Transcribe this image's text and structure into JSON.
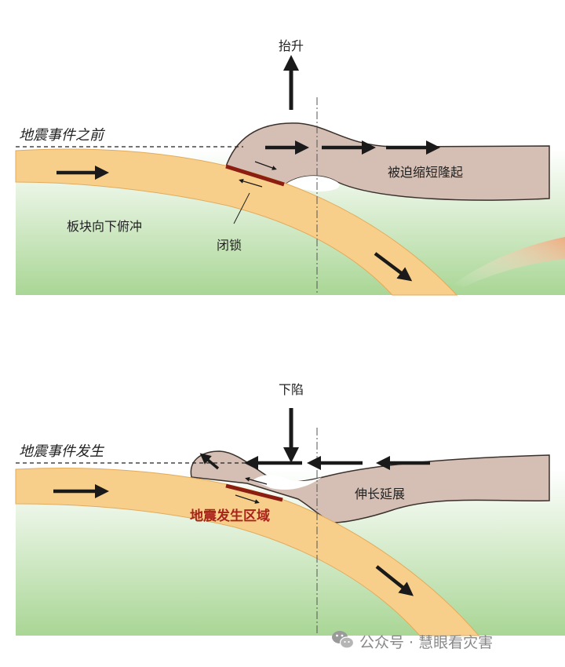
{
  "colors": {
    "plate": "#f8cf8a",
    "plate_edge": "#e2ab5c",
    "overriding_plate": "#d5bfb4",
    "overriding_edge": "#3a302c",
    "mantle_top": "#ffffff",
    "mantle_bottom": "#a9d695",
    "locked_zone": "#8b1e10",
    "quake_label": "#a8231a",
    "arrow": "#1a1a1a",
    "watermark": "#888888"
  },
  "panel_top": {
    "before_label": "地震事件之前",
    "uplift_label": "抬升",
    "compressed_label": "被迫缩短隆起",
    "subduction_label": "板块向下俯冲",
    "locked_label": "闭锁"
  },
  "panel_bottom": {
    "occurs_label": "地震事件发生",
    "subsidence_label": "下陷",
    "extension_label": "伸长延展",
    "quake_zone_label": "地震发生区域"
  },
  "watermark": {
    "icon": "wechat-icon",
    "text": "公众号 · 慧眼看灾害"
  }
}
